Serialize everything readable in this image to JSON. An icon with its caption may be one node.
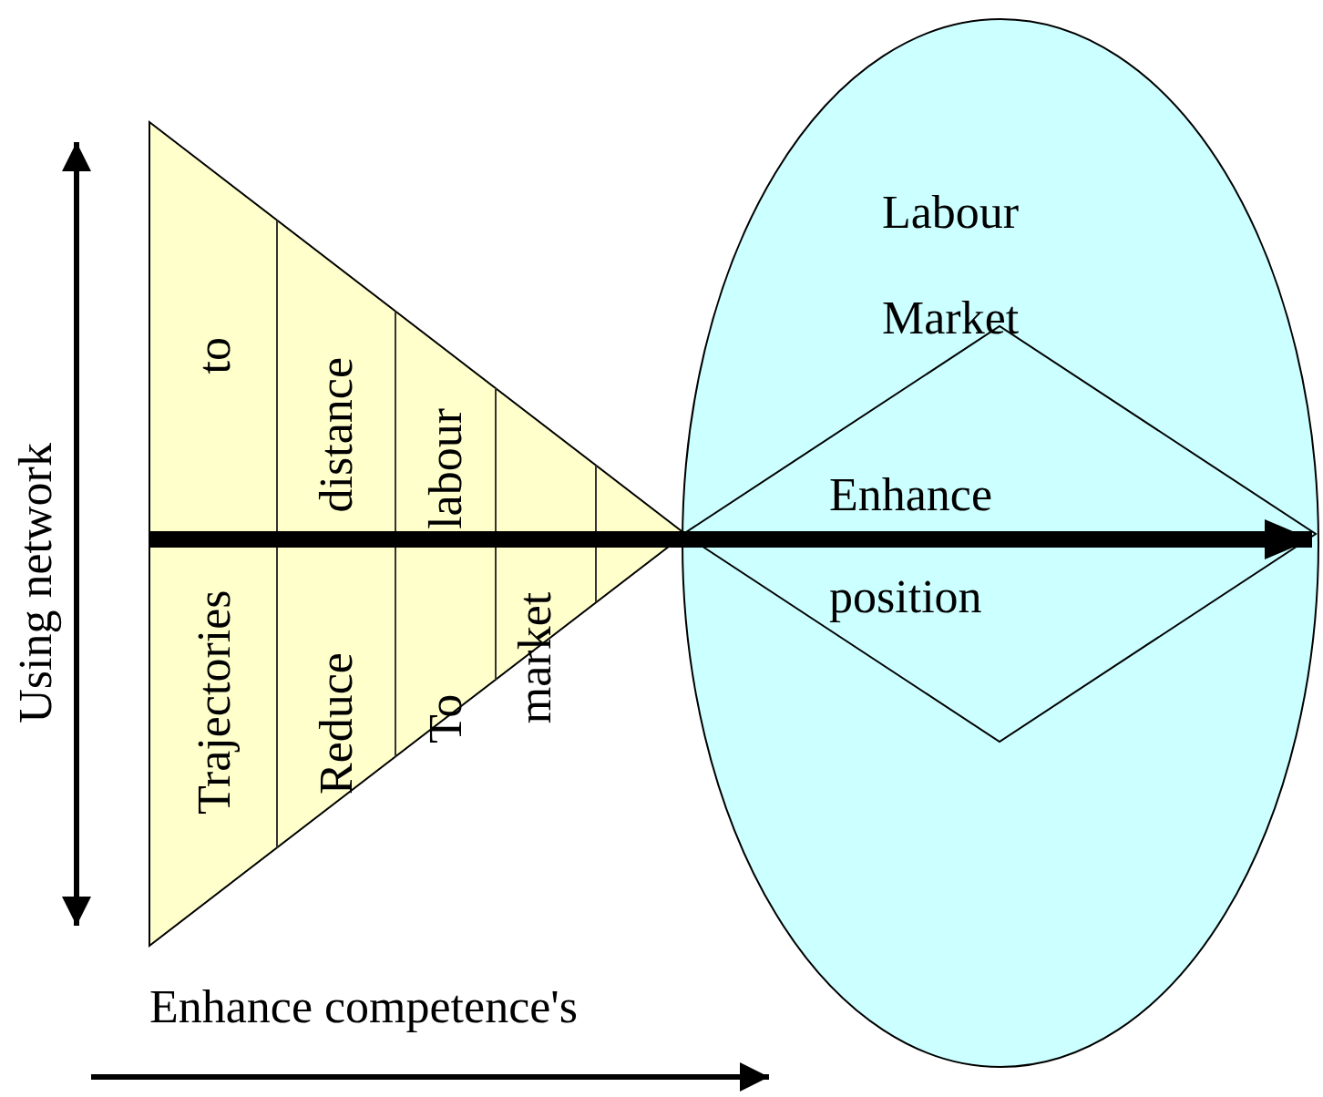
{
  "diagram": {
    "nodes": [
      {
        "text": [
          "Trajectories to",
          "Reduce distance",
          "To labour",
          "market"
        ]
      },
      {
        "text": [
          "Labour Market"
        ]
      },
      {
        "text": [
          "Enhance position"
        ],
        "in": 1
      }
    ],
    "edges": [
      {
        "from": 0,
        "to": 2,
        "arrow": "to"
      }
    ],
    "labels": [
      "Using network",
      "Enhance competence's"
    ]
  }
}
